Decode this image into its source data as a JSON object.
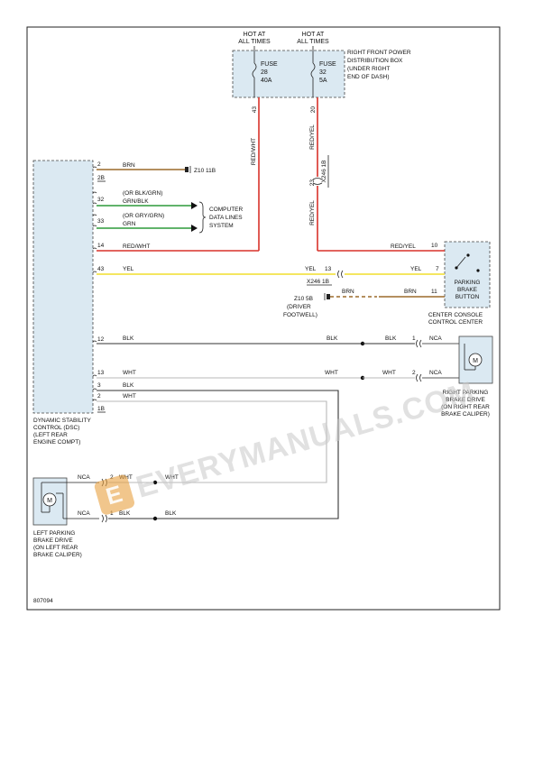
{
  "fuse_box": {
    "hot1": [
      "HOT AT",
      "ALL TIMES"
    ],
    "hot2": [
      "HOT AT",
      "ALL TIMES"
    ],
    "fuse28": [
      "FUSE",
      "28",
      "40A"
    ],
    "fuse32": [
      "FUSE",
      "32",
      "5A"
    ],
    "label": [
      "RIGHT FRONT POWER",
      "DISTRIBUTION BOX",
      "(UNDER RIGHT",
      "END OF DASH)"
    ]
  },
  "vertical_wires": {
    "pin43": "43",
    "pin20": "20",
    "color_red_wht": "RED/WHT",
    "color_red_yel_upper": "RED/YEL",
    "connector_x246_1b": "X246 1B",
    "pin23": "23",
    "color_red_yel_lower": "RED/YEL"
  },
  "dsc": {
    "label": [
      "DYNAMIC STABILITY",
      "CONTROL (DSC)",
      "(LEFT REAR",
      "ENGINE COMPT)"
    ],
    "pins": {
      "p2": "2",
      "p2b": "2B",
      "p32": "32",
      "p33": "33",
      "p14": "14",
      "p43": "43",
      "p12": "12",
      "p13": "13",
      "p3": "3",
      "p2c": "2",
      "p1b": "1B"
    },
    "wires": {
      "brn": "BRN",
      "grnblk_alt": "(OR BLK/GRN)",
      "grnblk": "GRN/BLK",
      "grn_alt": "(OR GRY/GRN)",
      "grn": "GRN",
      "redwht": "RED/WHT",
      "yel": "YEL",
      "blk": "BLK",
      "wht": "WHT",
      "blk2": "BLK",
      "wht2": "WHT"
    }
  },
  "ground_z10_11b": "Z10 11B",
  "computer_data": [
    "COMPUTER",
    "DATA LINES",
    "SYSTEM"
  ],
  "parking_button": {
    "label": [
      "PARKING",
      "BRAKE",
      "BUTTON"
    ],
    "location": [
      "CENTER CONSOLE",
      "CONTROL CENTER"
    ],
    "pins": {
      "p10": "10",
      "p7": "7",
      "p11": "11"
    },
    "wires": {
      "redyel": "RED/YEL",
      "yel": "YEL",
      "brn": "BRN"
    }
  },
  "connector_x246": {
    "pin13": "13",
    "yel": "YEL",
    "name": "X246 1B"
  },
  "ground_z10_5b": {
    "name": "Z10 5B",
    "note": [
      "(DRIVER",
      "FOOTWELL)"
    ],
    "brn": "BRN"
  },
  "right_drive": {
    "label": [
      "RIGHT PARKING",
      "BRAKE DRIVE",
      "(ON RIGHT REAR",
      "BRAKE CALIPER)"
    ],
    "pin1": "1",
    "pin2": "2",
    "nca1": "NCA",
    "nca2": "NCA",
    "blk_a": "BLK",
    "blk_b": "BLK",
    "wht_a": "WHT",
    "wht_b": "WHT",
    "motor": "M"
  },
  "left_drive": {
    "label": [
      "LEFT PARKING",
      "BRAKE DRIVE",
      "(ON LEFT REAR",
      "BRAKE CALIPER)"
    ],
    "pin2": "2",
    "pin1": "1",
    "nca1": "NCA",
    "nca2": "NCA",
    "wht_a": "WHT",
    "wht_b": "WHT",
    "blk_a": "BLK",
    "blk_b": "BLK",
    "motor": "M"
  },
  "figure_id": "807094",
  "watermark": "EVERYMANUALS.COM",
  "watermark_badge": "E",
  "colors": {
    "red": "#d8322a",
    "yellow": "#f2e24a",
    "brown": "#9b6a2a",
    "green": "#2d9a3a",
    "black": "#333333",
    "white_wire": "#b8b8b8",
    "module_fill": "#dbe9f2"
  }
}
